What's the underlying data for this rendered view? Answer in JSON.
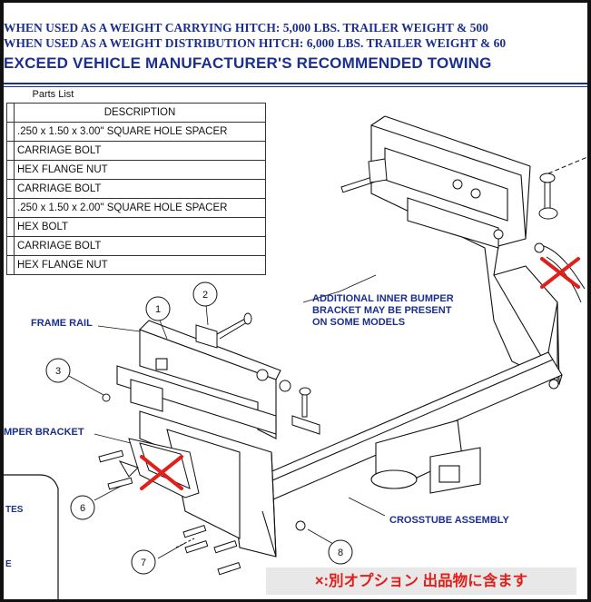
{
  "header": {
    "line1": "WHEN USED AS A WEIGHT CARRYING HITCH:  5,000  LBS. TRAILER WEIGHT &  500",
    "line2": "WHEN USED AS A WEIGHT DISTRIBUTION HITCH:  6,000  LBS. TRAILER WEIGHT &  60",
    "warning": "EXCEED VEHICLE MANUFACTURER'S RECOMMENDED TOWING"
  },
  "parts_list": {
    "title": "Parts List",
    "header": "DESCRIPTION",
    "rows": [
      ".250 x 1.50 x 3.00\" SQUARE HOLE SPACER",
      "CARRIAGE BOLT",
      "HEX FLANGE NUT",
      "CARRIAGE BOLT",
      ".250 x 1.50 x 2.00\" SQUARE HOLE SPACER",
      "HEX BOLT",
      "CARRIAGE BOLT",
      "HEX FLANGE NUT"
    ]
  },
  "callouts": {
    "frame_rail": "FRAME RAIL",
    "bumper_bracket": "MPER BRACKET",
    "inner_bumper_1": "ADDITIONAL INNER BUMPER",
    "inner_bumper_2": "BRACKET MAY BE PRESENT",
    "inner_bumper_3": "ON SOME MODELS",
    "crosstube": "CROSSTUBE ASSEMBLY"
  },
  "balloons": [
    "1",
    "2",
    "3",
    "6",
    "7",
    "8"
  ],
  "side_text": [
    "TES",
    "E"
  ],
  "note": "×:別オプション 出品物に含ます",
  "colors": {
    "blue_text": "#1b2f8f",
    "red_mark": "#e0201a",
    "note_bg": "#e8e8e8"
  }
}
